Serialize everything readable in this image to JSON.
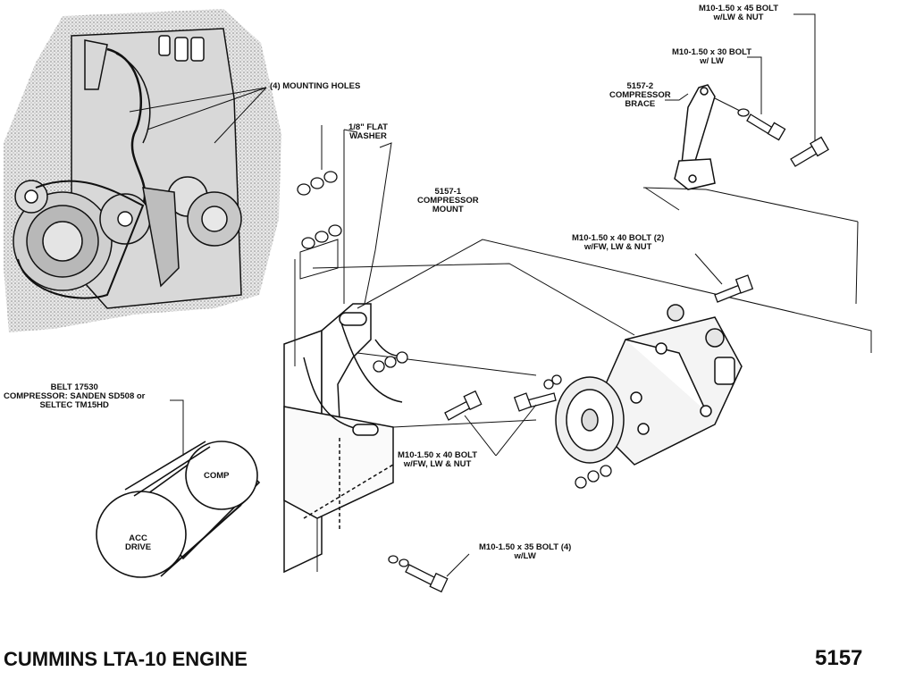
{
  "title": "CUMMINS LTA-10 ENGINE",
  "page_number": "5157",
  "labels": {
    "bolt_45": "M10-1.50 x 45 BOLT\nw/LW & NUT",
    "bolt_30": "M10-1.50 x 30 BOLT\nw/ LW",
    "brace": "5157-2\nCOMPRESSOR\nBRACE",
    "mounting_holes": "(4) MOUNTING HOLES",
    "flat_washer": "1/8\" FLAT\nWASHER",
    "mount": "5157-1\nCOMPRESSOR\nMOUNT",
    "bolt_40_top": "M10-1.50 x 40 BOLT (2)\nw/FW, LW & NUT",
    "belt": "BELT 17530\nCOMPRESSOR: SANDEN SD508 or\nSELTEC TM15HD",
    "bolt_40_mid": "M10-1.50 x 40 BOLT\nw/FW, LW & NUT",
    "bolt_35": "M10-1.50 x 35 BOLT (4)\nw/LW",
    "comp": "COMP",
    "acc_drive": "ACC\nDRIVE"
  }
}
